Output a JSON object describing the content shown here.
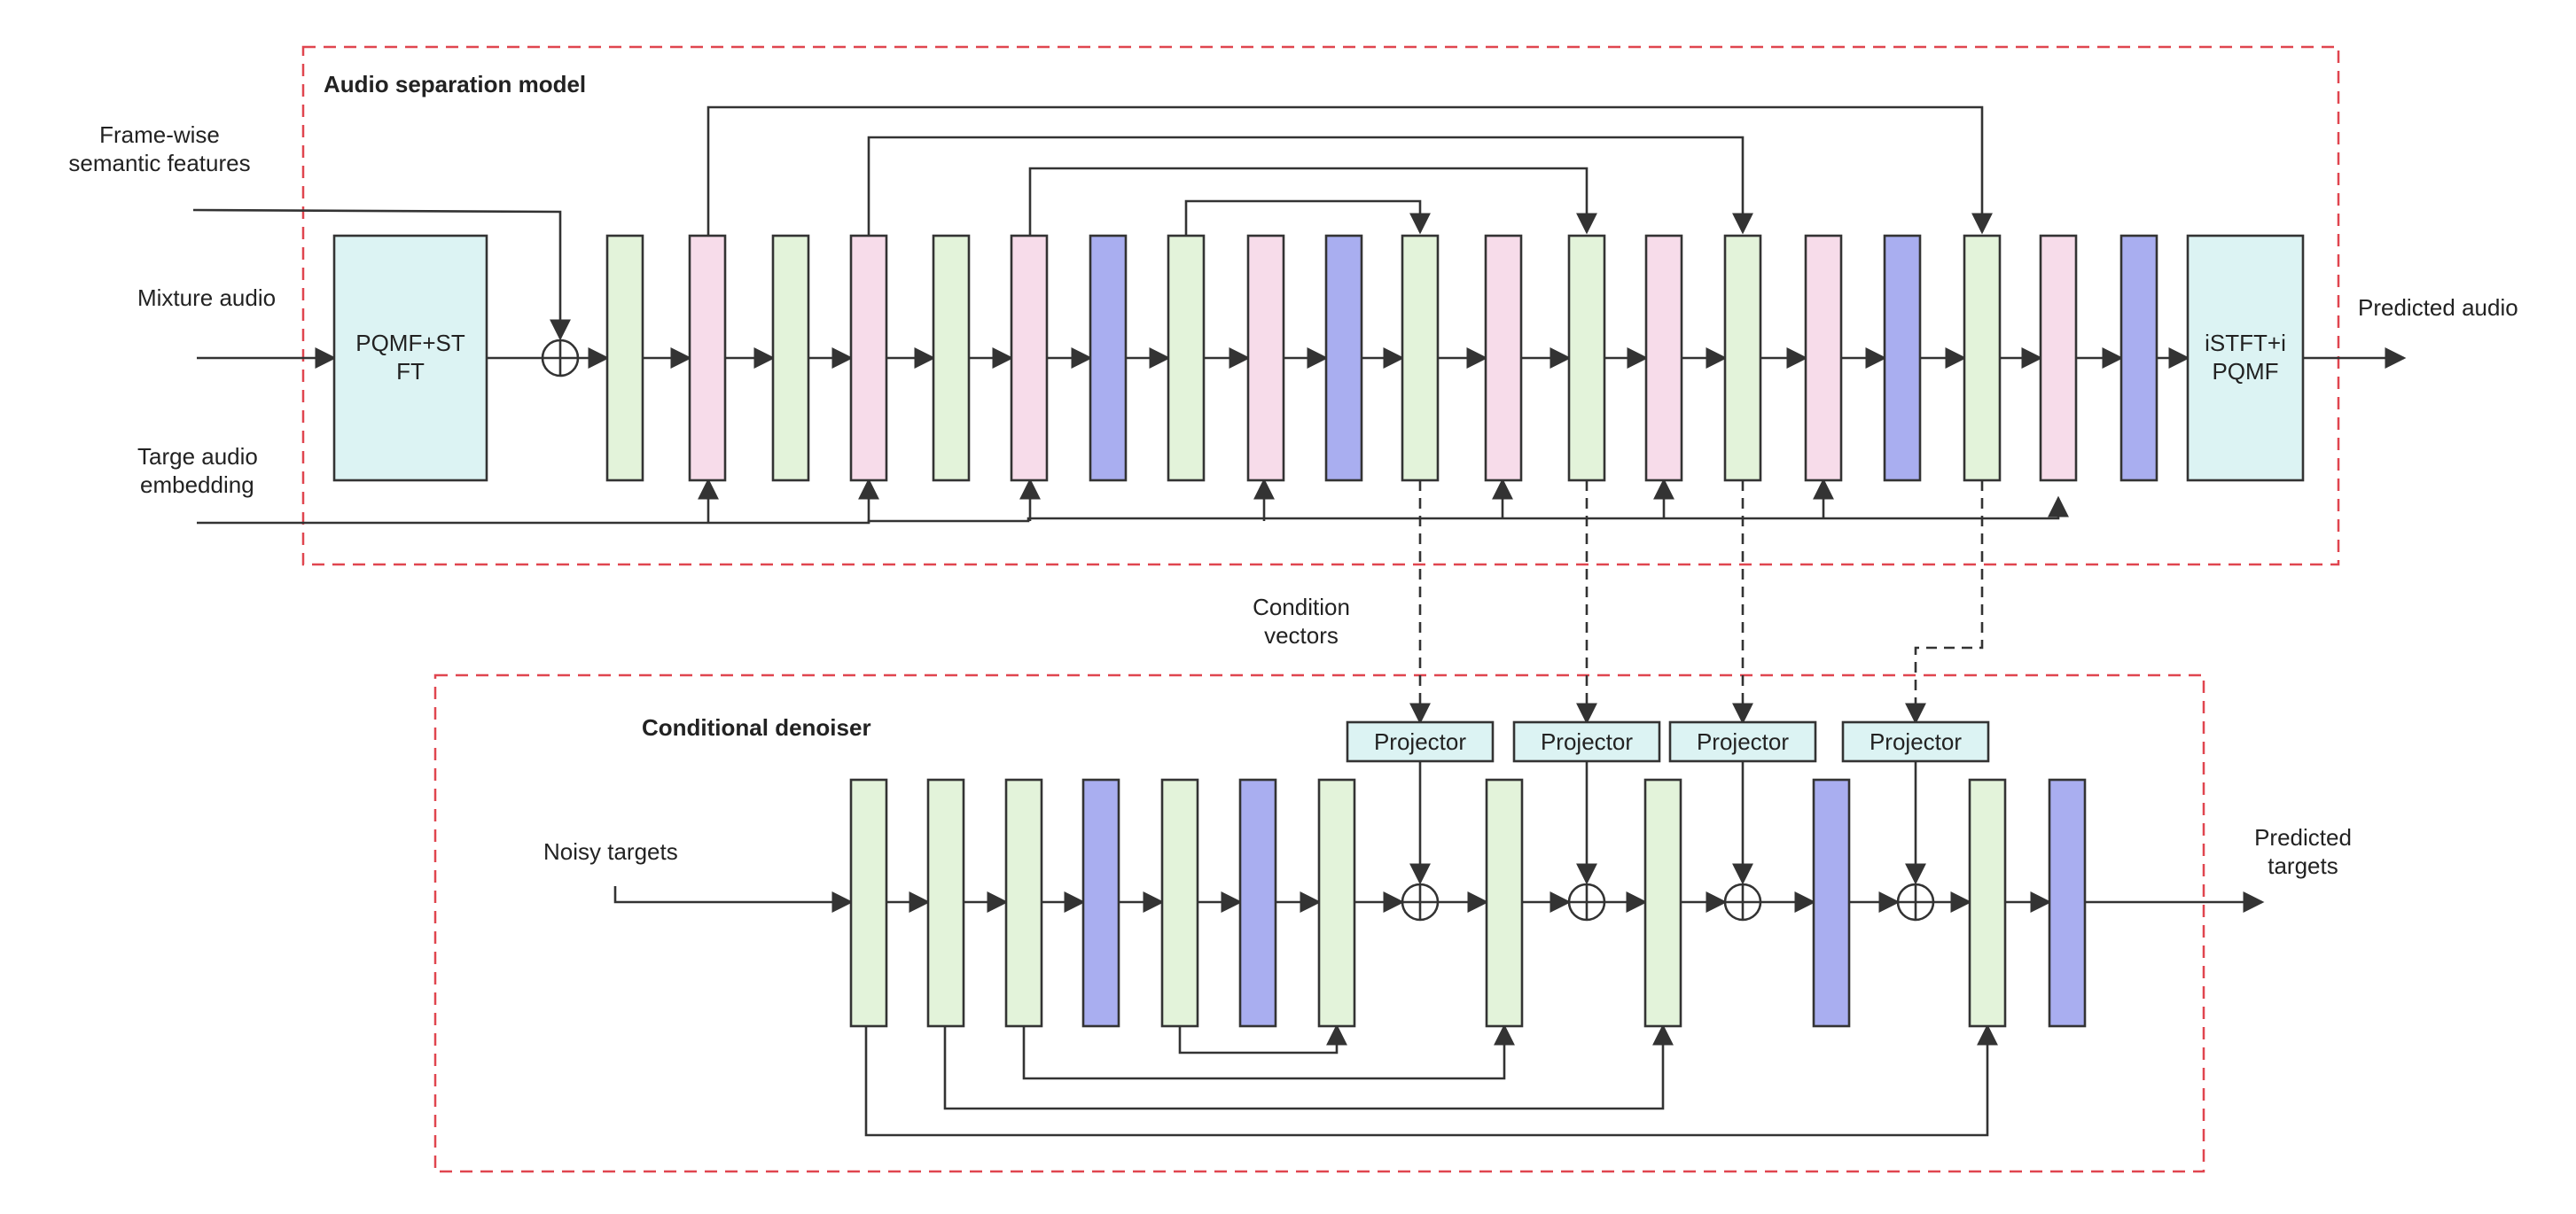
{
  "labels": {
    "separation_model": "Audio separation model",
    "denoiser": "Conditional denoiser",
    "frame_semantic_line1": "Frame-wise",
    "frame_semantic_line2": "semantic features",
    "mixture_audio": "Mixture audio",
    "target_embedding_line1": "Targe audio",
    "target_embedding_line2": "embedding",
    "predicted_audio": "Predicted audio",
    "condition_vectors_line1": "Condition",
    "condition_vectors_line2": "vectors",
    "noisy_targets": "Noisy targets",
    "predicted_targets_line1": "Predicted",
    "predicted_targets_line2": "targets",
    "pqmf_stft_line1": "PQMF+ST",
    "pqmf_stft_line2": "FT",
    "istft_ipqmf_line1": "iSTFT+i",
    "istft_ipqmf_line2": "PQMF",
    "projector": "Projector"
  },
  "colors": {
    "green": "#e3f3da",
    "pink": "#f7dcea",
    "blue": "#a9aef0",
    "cyan": "#dcf3f3",
    "region_border": "#e0454f",
    "line": "#333333"
  },
  "separation_blocks": [
    "green",
    "pink",
    "green",
    "pink",
    "green",
    "pink",
    "blue",
    "green",
    "pink",
    "blue",
    "green",
    "pink",
    "green",
    "pink",
    "green",
    "pink",
    "blue",
    "green",
    "pink",
    "blue"
  ],
  "denoiser_blocks": [
    "green",
    "green",
    "green",
    "blue",
    "green",
    "blue",
    "green",
    "green",
    "green",
    "blue",
    "green",
    "blue"
  ],
  "projector_count": 4
}
